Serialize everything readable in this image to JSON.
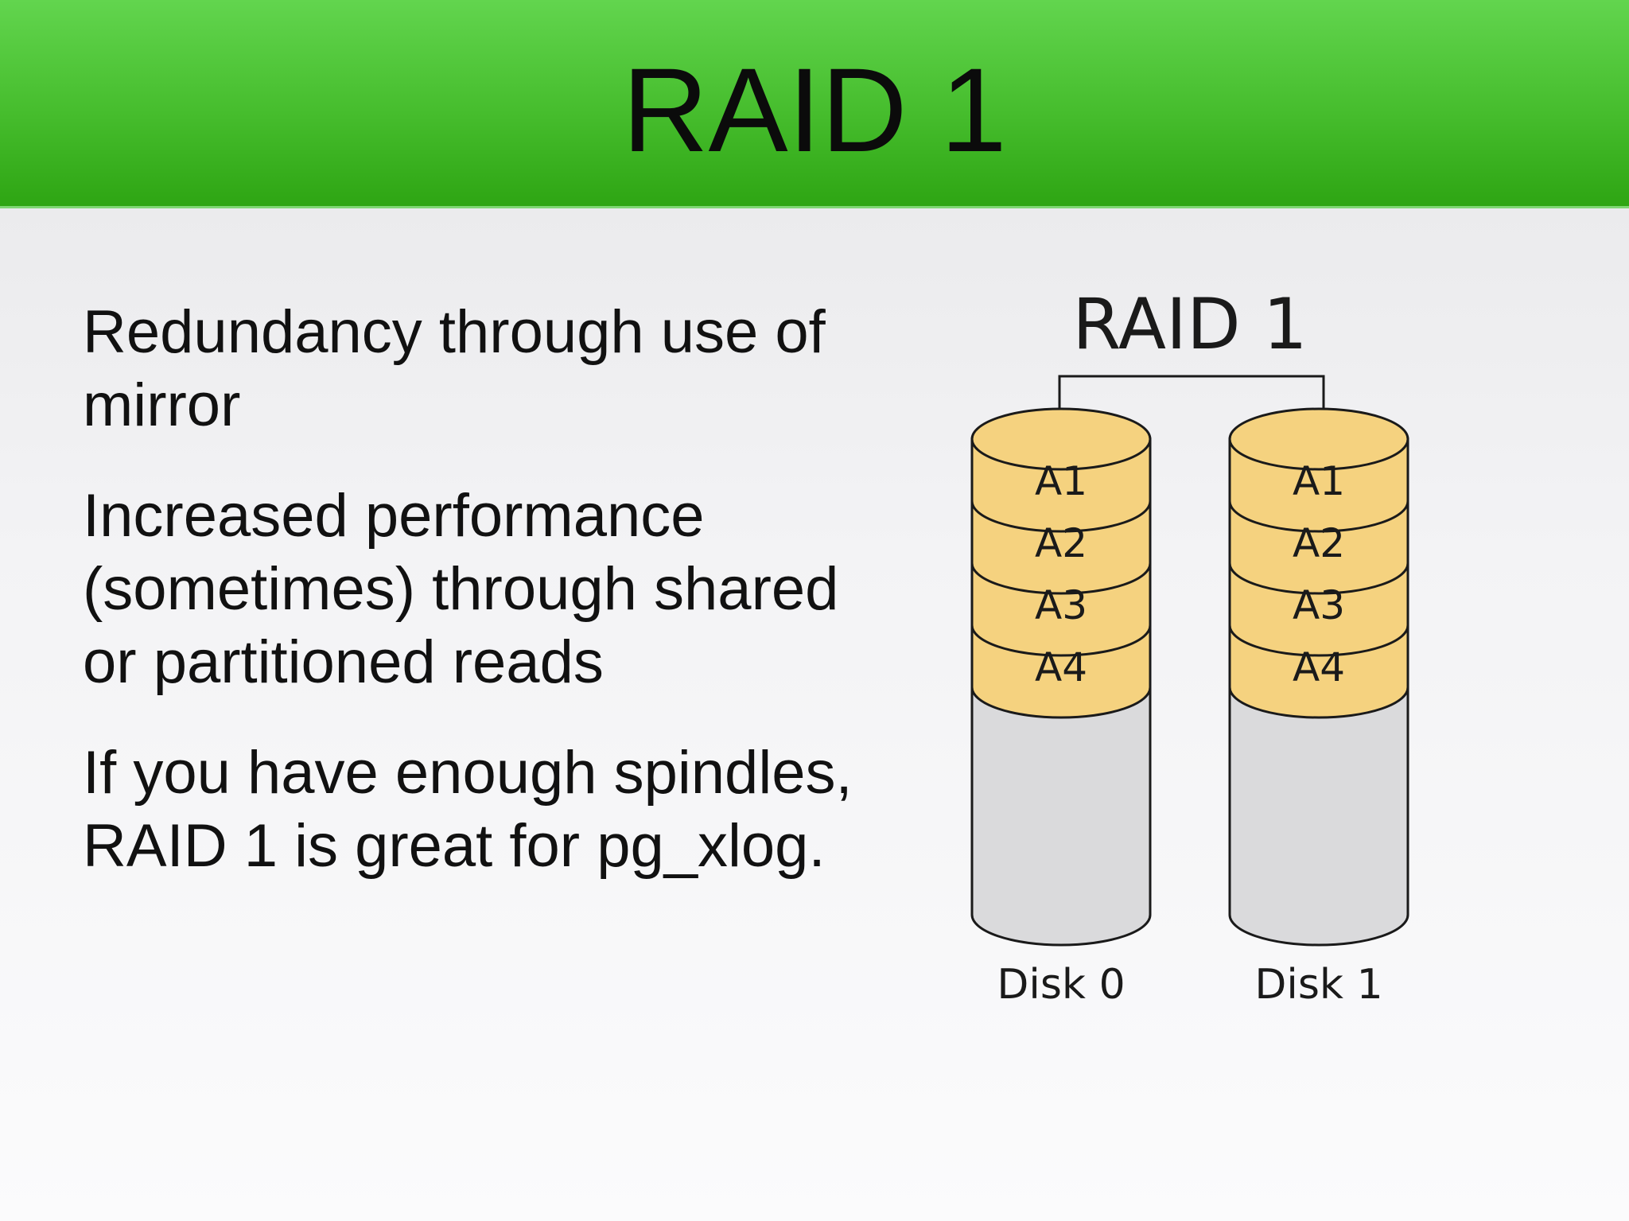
{
  "slide": {
    "title": "RAID 1",
    "bullets": [
      "Redundancy through use of mirror",
      "Increased performance (sometimes) through shared or partitioned reads",
      "If you have enough spindles, RAID 1 is great for pg_xlog."
    ]
  },
  "diagram": {
    "title": "RAID 1",
    "disks": [
      {
        "label": "Disk 0",
        "blocks": [
          "A1",
          "A2",
          "A3",
          "A4"
        ]
      },
      {
        "label": "Disk 1",
        "blocks": [
          "A1",
          "A2",
          "A3",
          "A4"
        ]
      }
    ],
    "colors": {
      "block_fill": "#f5d27f",
      "empty_fill": "#dadadc",
      "stroke": "#1a1a1a"
    }
  },
  "colors": {
    "header_top": "#62d54e",
    "header_bottom": "#2ea513"
  }
}
